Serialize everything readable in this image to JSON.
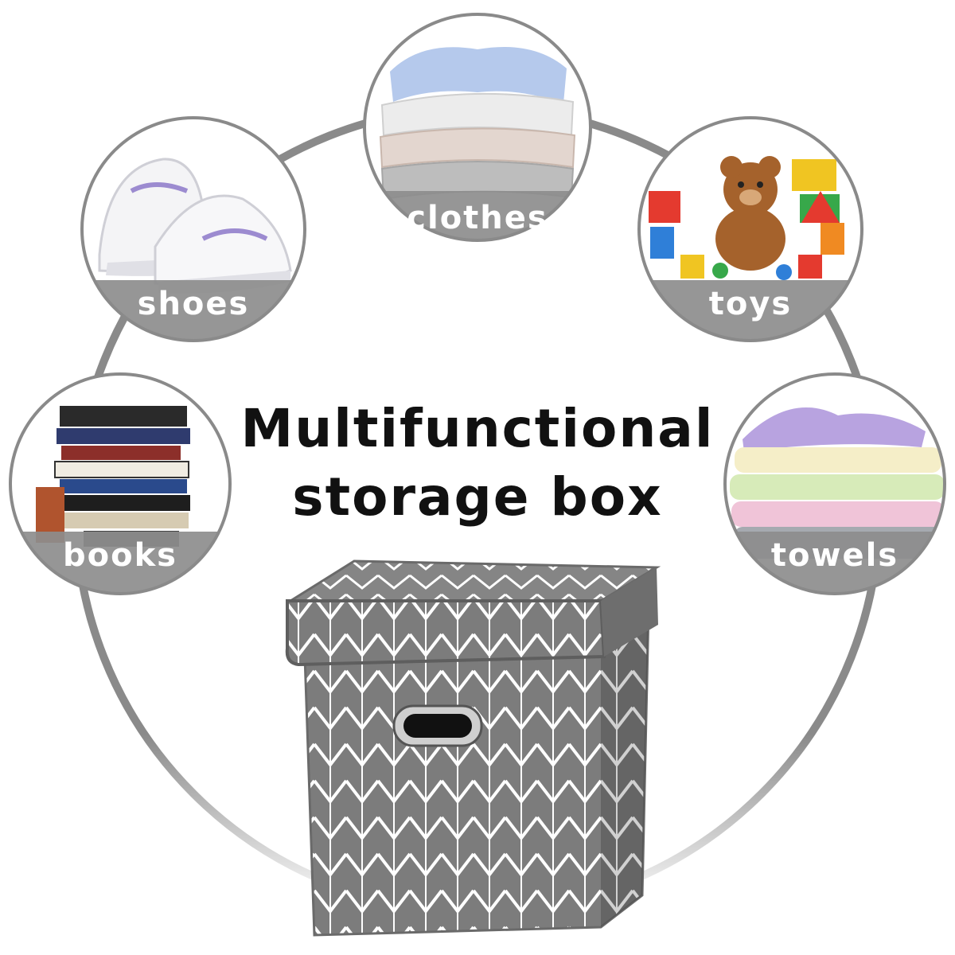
{
  "headline": {
    "line1": "Multifunctional",
    "line2": "storage box"
  },
  "categories": [
    {
      "key": "clothes",
      "label": "clothes",
      "icon": "clothes-stack-icon"
    },
    {
      "key": "shoes",
      "label": "shoes",
      "icon": "sneakers-icon"
    },
    {
      "key": "toys",
      "label": "toys",
      "icon": "toys-pile-icon"
    },
    {
      "key": "books",
      "label": "books",
      "icon": "book-stack-icon"
    },
    {
      "key": "towels",
      "label": "towels",
      "icon": "towel-stack-icon"
    }
  ],
  "colors": {
    "ring": "#8a8a8a",
    "label_band": "#8d8d8d",
    "box_fabric": "#7c7c7c",
    "chevron": "#ffffff",
    "title": "#111111"
  }
}
